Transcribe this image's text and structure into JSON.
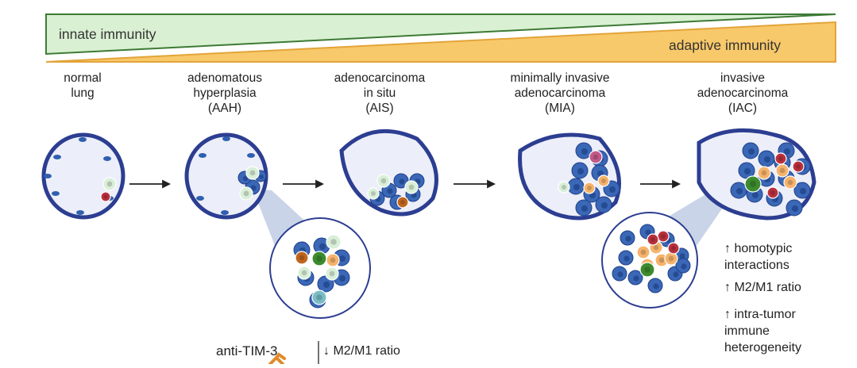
{
  "immunity_gradient": {
    "innate_label": "innate immunity",
    "adaptive_label": "adaptive immunity",
    "innate_color": "#d9f0d2",
    "adaptive_color": "#f8c96a"
  },
  "stages": [
    {
      "label": "normal\nlung"
    },
    {
      "label": "adenomatous\nhyperplasia\n(AAH)"
    },
    {
      "label": "adenocarcinoma\nin situ\n(AIS)"
    },
    {
      "label": "minimally invasive\nadenocarcinoma\n(MIA)"
    },
    {
      "label": "invasive\nadenocarcinoma\n(IAC)"
    }
  ],
  "iac_notes": [
    {
      "text": "↑ homotypic\n  interactions"
    },
    {
      "text": "↑ M2/M1 ratio"
    },
    {
      "text": "↑ intra-tumor\n  immune\n  heterogeneity"
    }
  ],
  "treatment": {
    "drug_label": "anti-TIM-3",
    "effect_text": "↓ M2/M1 ratio"
  },
  "colors": {
    "alveolus_wall": "#2c3e91",
    "alveolus_fill": "#eceef9",
    "tumor_cell": "#3a67b6",
    "macrophage": "#d9efd8",
    "m2_macrophage": "#f6b36b",
    "m1_macrophage": "#b8303c",
    "lymphocyte": "#3d8b2e",
    "zoom_fill": "#bfcde4"
  }
}
